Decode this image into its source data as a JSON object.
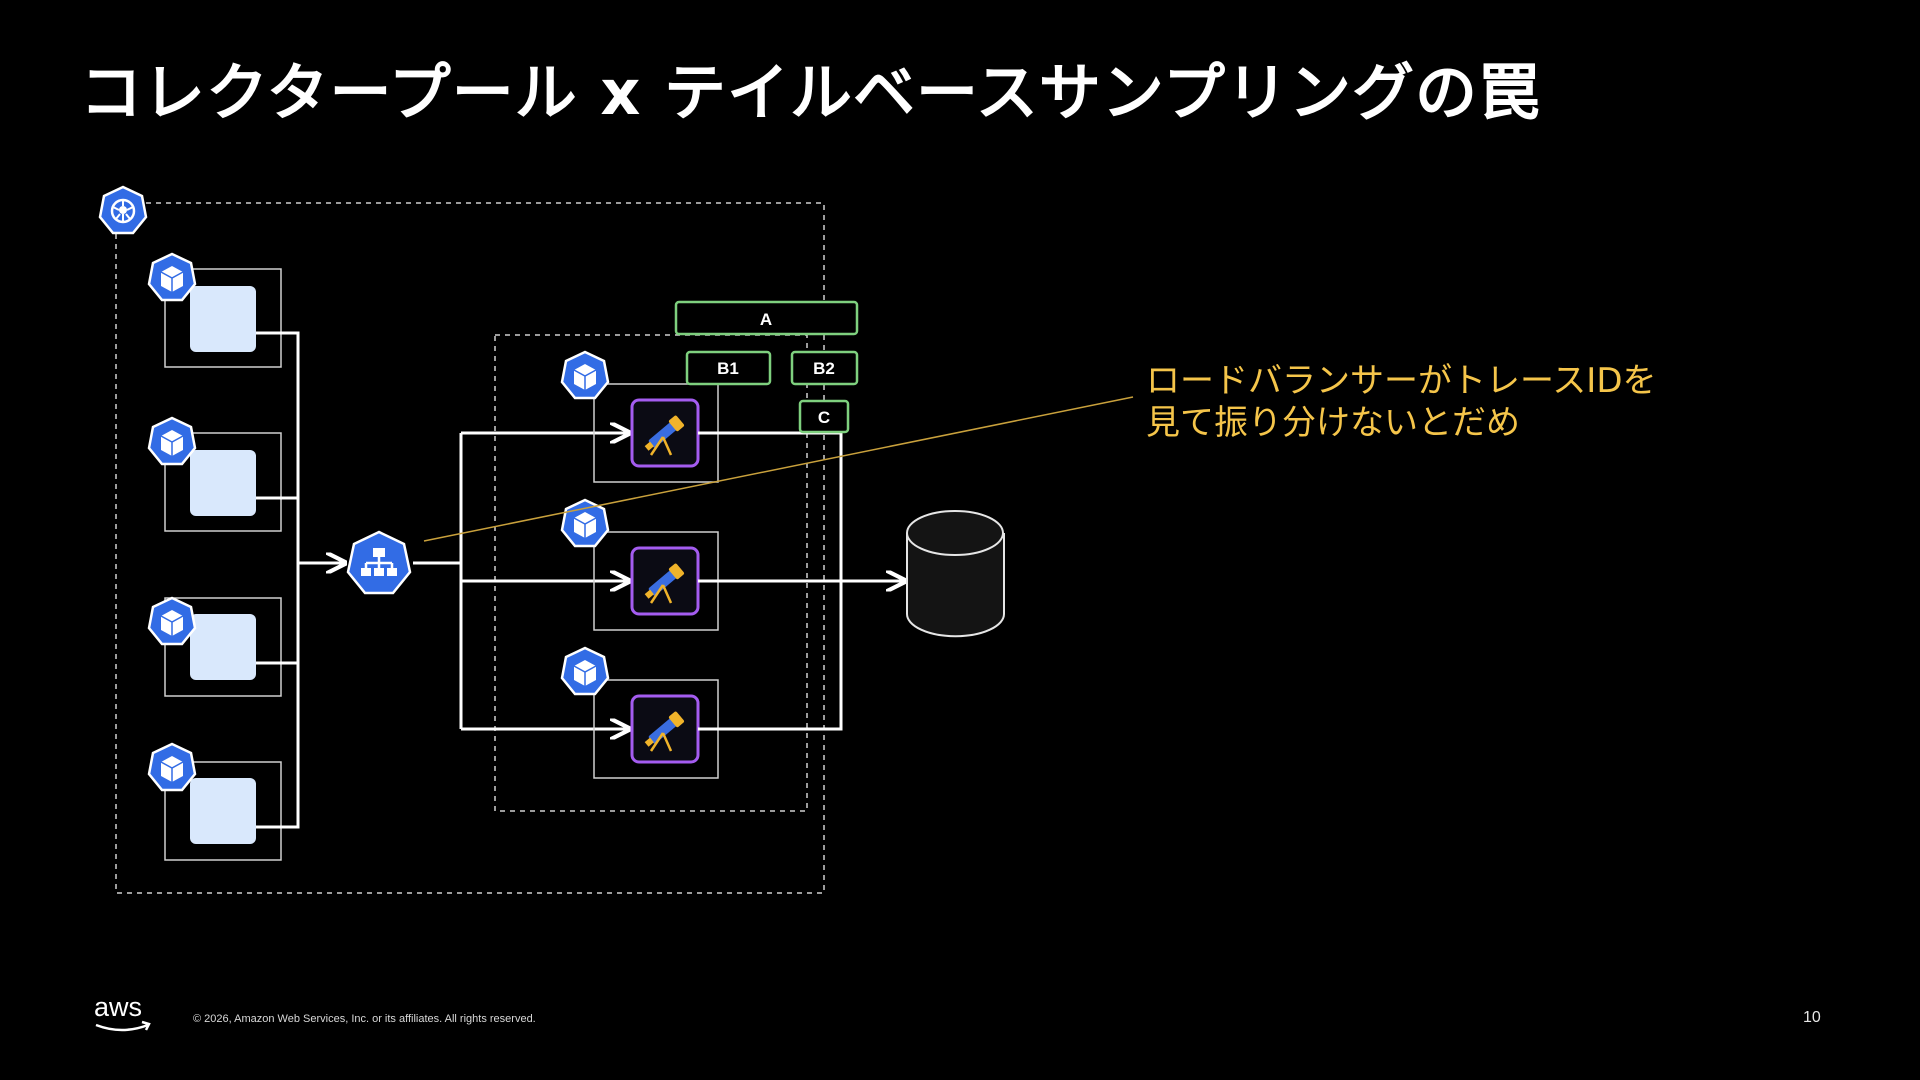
{
  "title": "コレクタープール x テイルベースサンプリングの罠",
  "annotation": {
    "line1": "ロードバランサーがトレースIDを",
    "line2": "見て振り分けないとだめ"
  },
  "diagram": {
    "trace_boxes": {
      "a": "A",
      "b1": "B1",
      "b2": "B2",
      "c": "C"
    },
    "icons": {
      "cluster": "kubernetes-icon",
      "pod": "pod-icon",
      "load_balancer": "load-balancer-icon",
      "collector": "telescope-icon",
      "storage": "database-icon"
    },
    "colors": {
      "background": "#000000",
      "k8s_blue": "#326CE5",
      "trace_green": "#7ED07E",
      "annotation_yellow": "#F5C54A",
      "collector_purple": "#A45CF0",
      "app_fill": "#D9E8FC"
    }
  },
  "footer": {
    "logo": "aws",
    "copyright": "© 2026, Amazon Web Services, Inc. or its affiliates. All rights reserved.",
    "page_number": "10"
  }
}
